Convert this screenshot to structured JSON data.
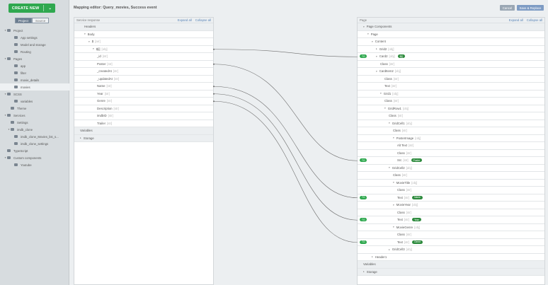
{
  "sidebar": {
    "create_label": "CREATE NEW",
    "tabs": [
      "Project",
      "Source"
    ],
    "tree": [
      {
        "label": "Project",
        "level": 0,
        "caret": true,
        "icon": "folder-icon"
      },
      {
        "label": "App settings",
        "level": 2,
        "icon": "gear-icon"
      },
      {
        "label": "Model and storage",
        "level": 2,
        "icon": "gear-icon"
      },
      {
        "label": "Routing",
        "level": 2,
        "icon": "gear-icon"
      },
      {
        "label": "Pages",
        "level": 0,
        "caret": true,
        "icon": "folder-icon"
      },
      {
        "label": "app",
        "level": 2,
        "icon": "page-icon"
      },
      {
        "label": "filter",
        "level": 2,
        "icon": "page-icon"
      },
      {
        "label": "movie_details",
        "level": 2,
        "icon": "page-icon"
      },
      {
        "label": "movies",
        "level": 2,
        "icon": "page-icon",
        "selected": true
      },
      {
        "label": "SCSS",
        "level": 0,
        "caret": true,
        "icon": "folder-icon"
      },
      {
        "label": "variables",
        "level": 2,
        "icon": "scss-icon"
      },
      {
        "label": "Theme",
        "level": 1,
        "icon": "theme-icon"
      },
      {
        "label": "Services",
        "level": 0,
        "caret": true,
        "icon": "folder-icon"
      },
      {
        "label": "Settings",
        "level": 1,
        "icon": "gear-icon"
      },
      {
        "label": "imdb_clone",
        "level": 1,
        "caret": true,
        "icon": "folder-icon"
      },
      {
        "label": "imdb_clone_Movies_list_s...",
        "level": 2,
        "icon": "service-icon"
      },
      {
        "label": "imdb_clone_settings",
        "level": 2,
        "icon": "gear-icon"
      },
      {
        "label": "TypeScript",
        "level": 0,
        "icon": "ts-icon"
      },
      {
        "label": "Custom components",
        "level": 0,
        "caret": true,
        "icon": "folder-icon"
      },
      {
        "label": "Youtube",
        "level": 2,
        "icon": "component-icon"
      }
    ]
  },
  "topbar": {
    "title": "Mapping editor: Query_movies, Success event",
    "cancel": "Cancel",
    "save": "Save & Replace"
  },
  "left_panel": {
    "title": "Service response",
    "expand": "Expand all",
    "collapse": "Collapse all",
    "rows": [
      {
        "label": "Headers",
        "level": 1,
        "section": true
      },
      {
        "label": "Body",
        "level": 1,
        "caret": "▾"
      },
      {
        "label": "$",
        "type": "[arr]",
        "level": 2,
        "caret": "▾"
      },
      {
        "label": "$[i]",
        "type": "[obj]",
        "level": 3,
        "caret": "▾"
      },
      {
        "label": "_id",
        "type": "[str]",
        "level": 4
      },
      {
        "label": "Poster",
        "type": "[str]",
        "level": 4
      },
      {
        "label": "_createdAt",
        "type": "[str]",
        "level": 4
      },
      {
        "label": "_updatedAt",
        "type": "[str]",
        "level": 4
      },
      {
        "label": "Name",
        "type": "[str]",
        "level": 4
      },
      {
        "label": "Year",
        "type": "[str]",
        "level": 4
      },
      {
        "label": "Genre",
        "type": "[str]",
        "level": 4
      },
      {
        "label": "Description",
        "type": "[str]",
        "level": 4
      },
      {
        "label": "imdbID",
        "type": "[str]",
        "level": 4
      },
      {
        "label": "Trailer",
        "type": "[str]",
        "level": 4
      },
      {
        "label": "Variables",
        "level": 0,
        "section": true
      },
      {
        "label": "Storage",
        "level": 0,
        "section": true,
        "caret": "▸"
      }
    ]
  },
  "right_panel": {
    "title": "Page",
    "expand": "Expand all",
    "collapse": "Collapse all",
    "rows": [
      {
        "label": "Page Components",
        "level": 0,
        "section": true,
        "caret": "▾"
      },
      {
        "label": "Page",
        "level": 1,
        "caret": "▾"
      },
      {
        "label": "Content",
        "level": 2,
        "caret": "▾"
      },
      {
        "label": "Grid2",
        "type": "[obj]",
        "level": 3,
        "caret": "▸"
      },
      {
        "label": "Card2",
        "type": "[obj]",
        "level": 3,
        "caret": "▾",
        "pill": "TG",
        "tag": "$[i]"
      },
      {
        "label": "Class",
        "type": "[str]",
        "level": 4
      },
      {
        "label": "CardItem2",
        "type": "[obj]",
        "level": 3,
        "caret": "▾"
      },
      {
        "label": "Class",
        "type": "[str]",
        "level": 5
      },
      {
        "label": "Text",
        "type": "[str]",
        "level": 5
      },
      {
        "label": "Grid1",
        "type": "[obj]",
        "level": 4,
        "caret": "▾"
      },
      {
        "label": "Class",
        "type": "[str]",
        "level": 5
      },
      {
        "label": "GridRow1",
        "type": "[obj]",
        "level": 5,
        "caret": "▾"
      },
      {
        "label": "Class",
        "type": "[str]",
        "level": 6
      },
      {
        "label": "GridCell1",
        "type": "[obj]",
        "level": 6,
        "caret": "▾"
      },
      {
        "label": "Class",
        "type": "[str]",
        "level": 7
      },
      {
        "label": "PosterImage",
        "type": "[obj]",
        "level": 7,
        "caret": "▾"
      },
      {
        "label": "Alt Text",
        "type": "[str]",
        "level": 8
      },
      {
        "label": "Class",
        "type": "[str]",
        "level": 8
      },
      {
        "label": "Src",
        "type": "[str]",
        "level": 8,
        "pill": "TG",
        "tag": "Poster"
      },
      {
        "label": "GridCell2",
        "type": "[obj]",
        "level": 6,
        "caret": "▾"
      },
      {
        "label": "Class",
        "type": "[str]",
        "level": 7
      },
      {
        "label": "MovieTitle",
        "type": "[obj]",
        "level": 7,
        "caret": "▾"
      },
      {
        "label": "Class",
        "type": "[str]",
        "level": 8
      },
      {
        "label": "Text",
        "type": "[str]",
        "level": 8,
        "pill": "TG",
        "tag": "Name"
      },
      {
        "label": "MovieYear",
        "type": "[obj]",
        "level": 7,
        "caret": "▾"
      },
      {
        "label": "Class",
        "type": "[str]",
        "level": 8
      },
      {
        "label": "Text",
        "type": "[str]",
        "level": 8,
        "pill": "TG",
        "tag": "Year"
      },
      {
        "label": "MovieGenre",
        "type": "[obj]",
        "level": 7,
        "caret": "▾"
      },
      {
        "label": "Class",
        "type": "[str]",
        "level": 8
      },
      {
        "label": "Text",
        "type": "[str]",
        "level": 8,
        "pill": "TG",
        "tag": "Genre"
      },
      {
        "label": "GridCell3",
        "type": "[obj]",
        "level": 6,
        "caret": "▸"
      },
      {
        "label": "Header1",
        "level": 2,
        "caret": "▸"
      },
      {
        "label": "Variables",
        "level": 0,
        "section": true
      },
      {
        "label": "Storage",
        "level": 0,
        "section": true,
        "caret": "▸"
      }
    ]
  },
  "connections": [
    {
      "from": "$[i]",
      "to": "Card2"
    },
    {
      "from": "Poster",
      "to": "Src"
    },
    {
      "from": "Name",
      "to": "Text (MovieTitle)"
    },
    {
      "from": "Year",
      "to": "Text (MovieYear)"
    },
    {
      "from": "Genre",
      "to": "Text (MovieGenre)"
    }
  ],
  "colors": {
    "accent": "#2fa84f",
    "tag": "#2e8b3e",
    "wire": "#6d6d6d"
  }
}
